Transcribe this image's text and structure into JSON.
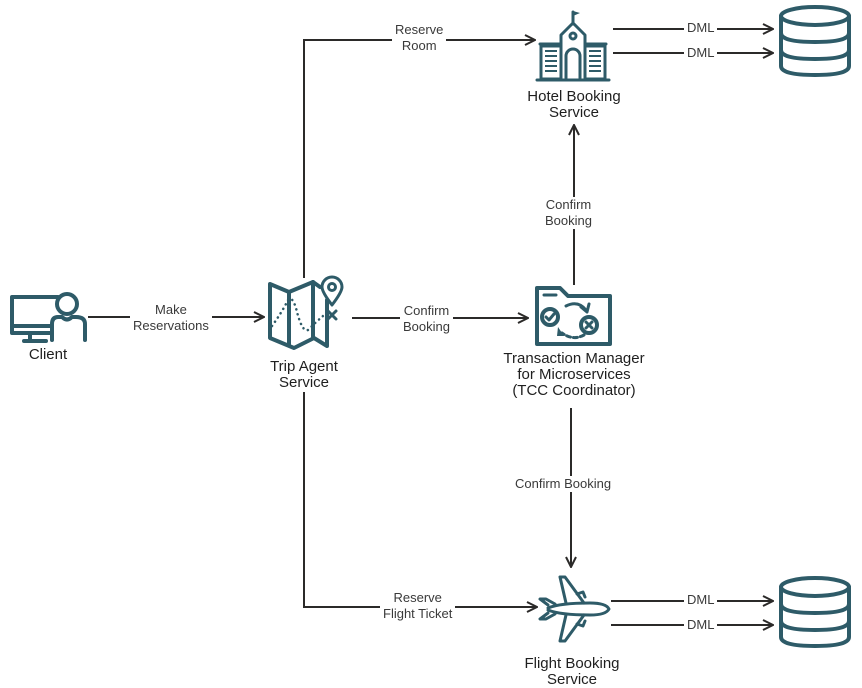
{
  "diagram": {
    "type": "architecture-flow",
    "accent_color": "#2e5b68",
    "line_color": "#2b2a29",
    "nodes": {
      "client": {
        "label": "Client",
        "icon": "user-at-monitor-icon"
      },
      "trip_agent": {
        "label_line1": "Trip Agent",
        "label_line2": "Service",
        "icon": "map-route-icon"
      },
      "tcc": {
        "label_line1": "Transaction Manager",
        "label_line2": "for Microservices",
        "label_line3": "(TCC Coordinator)",
        "icon": "folder-confirm-cancel-icon"
      },
      "hotel": {
        "label_line1": "Hotel Booking",
        "label_line2": "Service",
        "icon": "hotel-building-icon"
      },
      "flight": {
        "label_line1": "Flight Booking",
        "label_line2": "Service",
        "icon": "airplane-icon"
      },
      "hotel_db": {
        "icon": "database-icon"
      },
      "flight_db": {
        "icon": "database-icon"
      }
    },
    "edges": {
      "make_reservations": {
        "from": "Client",
        "to": "Trip Agent Service",
        "line1": "Make",
        "line2": "Reservations"
      },
      "reserve_room": {
        "from": "Trip Agent Service",
        "to": "Hotel Booking Service",
        "line1": "Reserve",
        "line2": "Room"
      },
      "reserve_flight": {
        "from": "Trip Agent Service",
        "to": "Flight Booking Service",
        "line1": "Reserve",
        "line2": "Flight Ticket"
      },
      "confirm_tcc": {
        "from": "Trip Agent Service",
        "to": "TCC Coordinator",
        "line1": "Confirm",
        "line2": "Booking"
      },
      "confirm_hotel": {
        "from": "TCC Coordinator",
        "to": "Hotel Booking Service",
        "line1": "Confirm",
        "line2": "Booking"
      },
      "confirm_flight": {
        "from": "TCC Coordinator",
        "to": "Flight Booking Service",
        "label": "Confirm Booking"
      },
      "hotel_dml_1": {
        "label": "DML"
      },
      "hotel_dml_2": {
        "label": "DML"
      },
      "flight_dml_1": {
        "label": "DML"
      },
      "flight_dml_2": {
        "label": "DML"
      }
    }
  }
}
